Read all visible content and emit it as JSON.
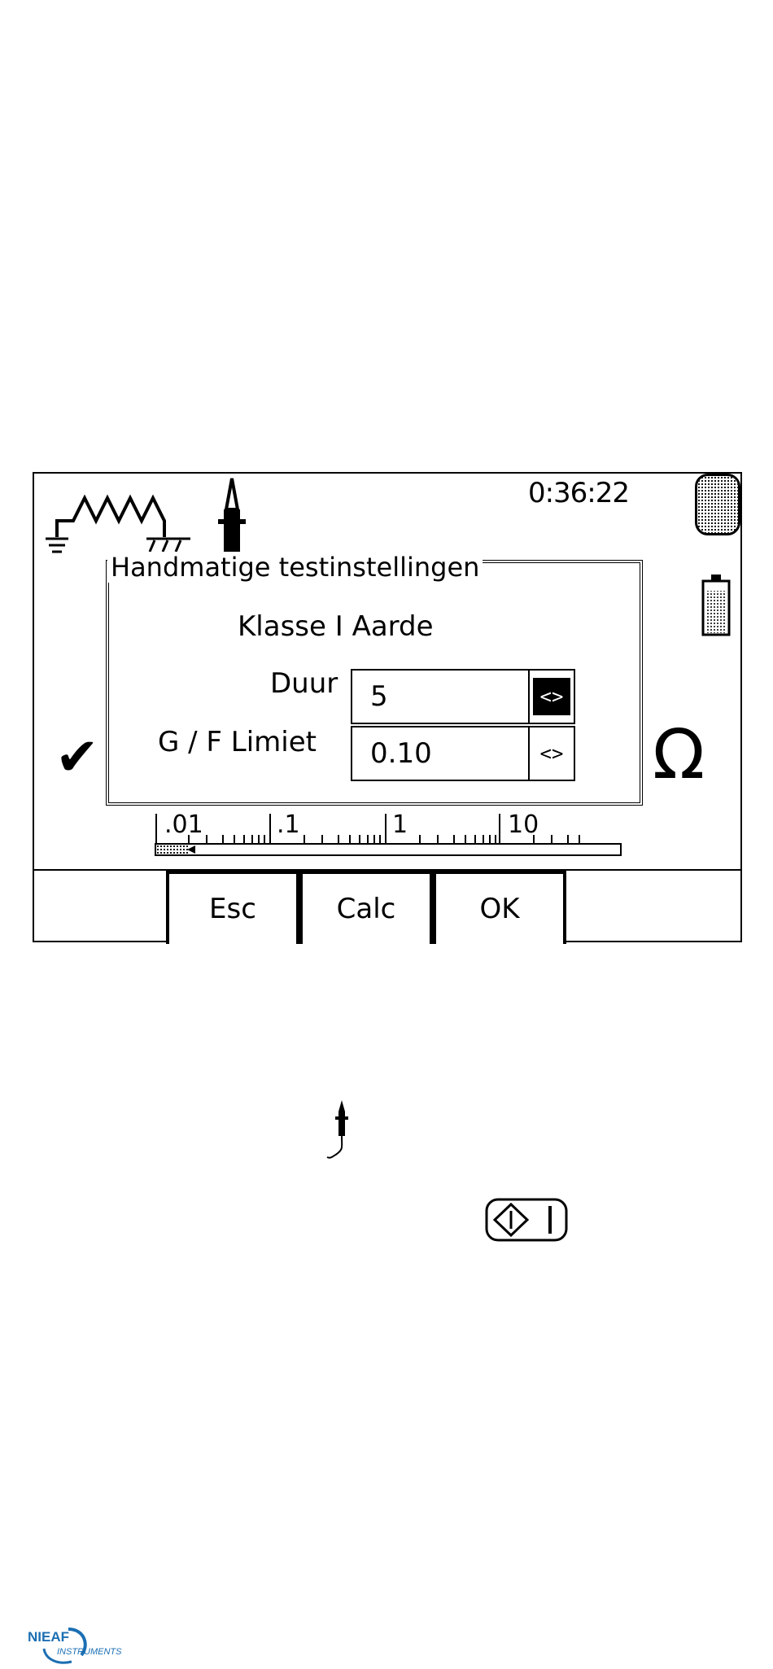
{
  "status": {
    "clock": "0:36:22"
  },
  "dialog": {
    "title": "Handmatige testinstellingen",
    "class_label": "Klasse I Aarde",
    "duration": {
      "label": "Duur",
      "value": "5",
      "arrows": "<>"
    },
    "limit": {
      "label": "G / F Limiet",
      "value": "0.10",
      "arrows": "<>"
    }
  },
  "scale": {
    "labels": [
      ".01",
      ".1",
      "1",
      "10"
    ]
  },
  "softkeys": {
    "esc": "Esc",
    "calc": "Calc",
    "ok": "OK"
  },
  "unit_symbol": "Ω",
  "result_mark": "✔",
  "logo": {
    "name": "NIEAF",
    "sub": "INSTRUMENTS",
    "color": "#1c6fb3"
  },
  "icons": [
    "earth-resistor-icon",
    "probe-icon",
    "battery-icon",
    "test-button-icon",
    "lead-probe-icon"
  ]
}
